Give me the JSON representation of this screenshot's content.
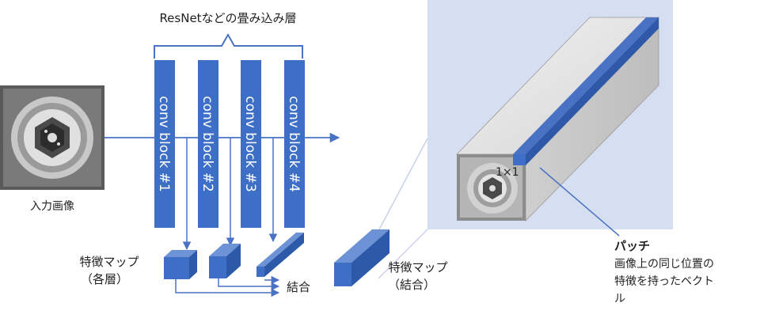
{
  "title": "ResNetなどの畳み込み層",
  "input_label": "入力画像",
  "conv_blocks": [
    {
      "label": "conv block #1"
    },
    {
      "label": "conv block #2"
    },
    {
      "label": "conv block #3"
    },
    {
      "label": "conv block #4"
    }
  ],
  "feature_maps_label_line1": "特徴マップ",
  "feature_maps_label_line2": "（各層）",
  "concat_label": "結合",
  "combined_label_line1": "特徴マップ",
  "combined_label_line2": "（結合）",
  "patch_size_label": "1×1",
  "patch_title": "パッチ",
  "patch_desc_line1": "画像上の同じ位置の",
  "patch_desc_line2": "特徴を持ったベクト",
  "patch_desc_line3": "ル",
  "colors": {
    "block_blue": "#3d6fc7",
    "arrow_blue": "#4a72c4",
    "panel_bg": "#d5dff1",
    "cube_gray": "#cfcfcf"
  }
}
